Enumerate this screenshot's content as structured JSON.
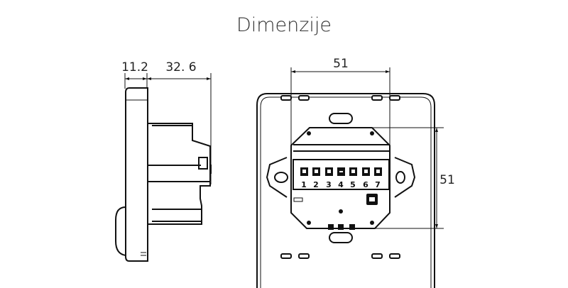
{
  "title": "Dimenzije",
  "side_view": {
    "dim_front_depth": "11.2",
    "dim_body_depth": "32. 6"
  },
  "front_view": {
    "dim_width": "51",
    "dim_height": "51",
    "terminals": [
      "1",
      "2",
      "3",
      "4",
      "5",
      "6",
      "7"
    ]
  }
}
